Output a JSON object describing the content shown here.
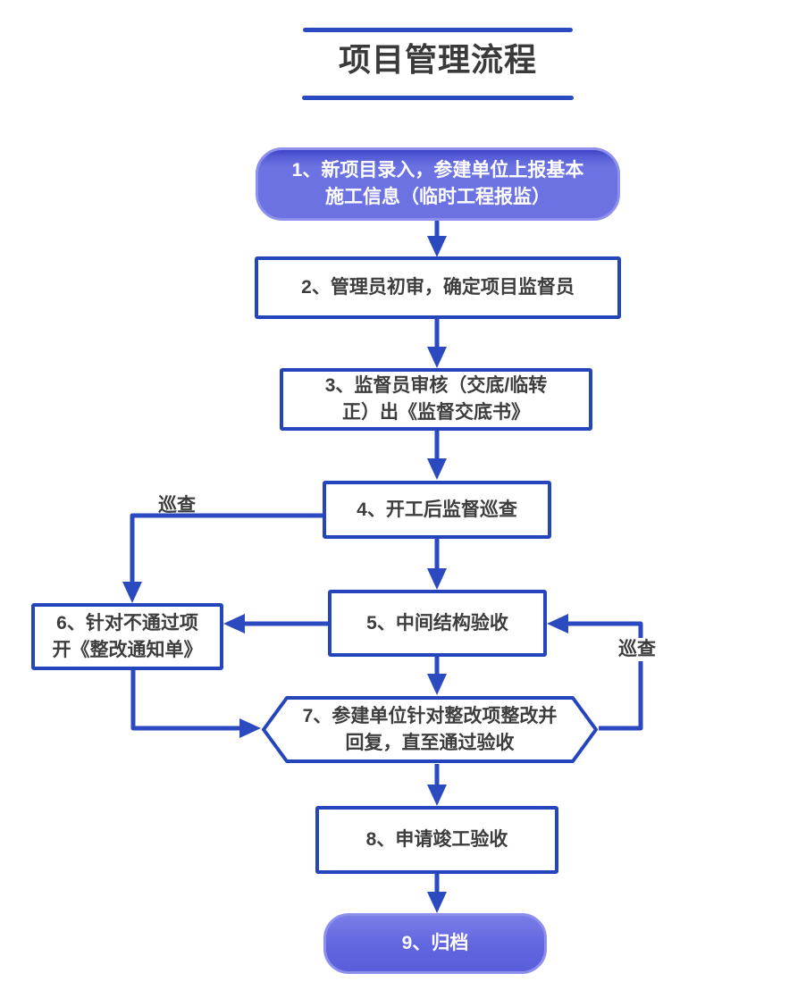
{
  "title": "项目管理流程",
  "nodes": {
    "n1": {
      "line1": "1、新项目录入，参建单位上报基本",
      "line2": "施工信息（临时工程报监）"
    },
    "n2": {
      "label": "2、管理员初审，确定项目监督员"
    },
    "n3": {
      "line1": "3、监督员审核（交底/临转",
      "line2": "正）出《监督交底书》"
    },
    "n4": {
      "label": "4、开工后监督巡查"
    },
    "n5": {
      "label": "5、中间结构验收"
    },
    "n6": {
      "line1": "6、针对不通过项",
      "line2": "开《整改通知单》"
    },
    "n7": {
      "line1": "7、参建单位针对整改项整改并",
      "line2": "回复，直至通过验收"
    },
    "n8": {
      "label": "8、申请竣工验收"
    },
    "n9": {
      "label": "9、归档"
    }
  },
  "edge_labels": {
    "patrol_left": "巡查",
    "patrol_right": "巡查"
  },
  "colors": {
    "connector_blue": "#2B4AC0",
    "box_border_blue": "#2545BD",
    "start_pill_fill": "#6B71E1",
    "pill_light_border": "#8C90EC",
    "end_pill_fill": "#6165DE",
    "box_fill": "#FFFFFF",
    "text_dark": "#3D3D3D",
    "text_white": "#FFFFFF"
  }
}
